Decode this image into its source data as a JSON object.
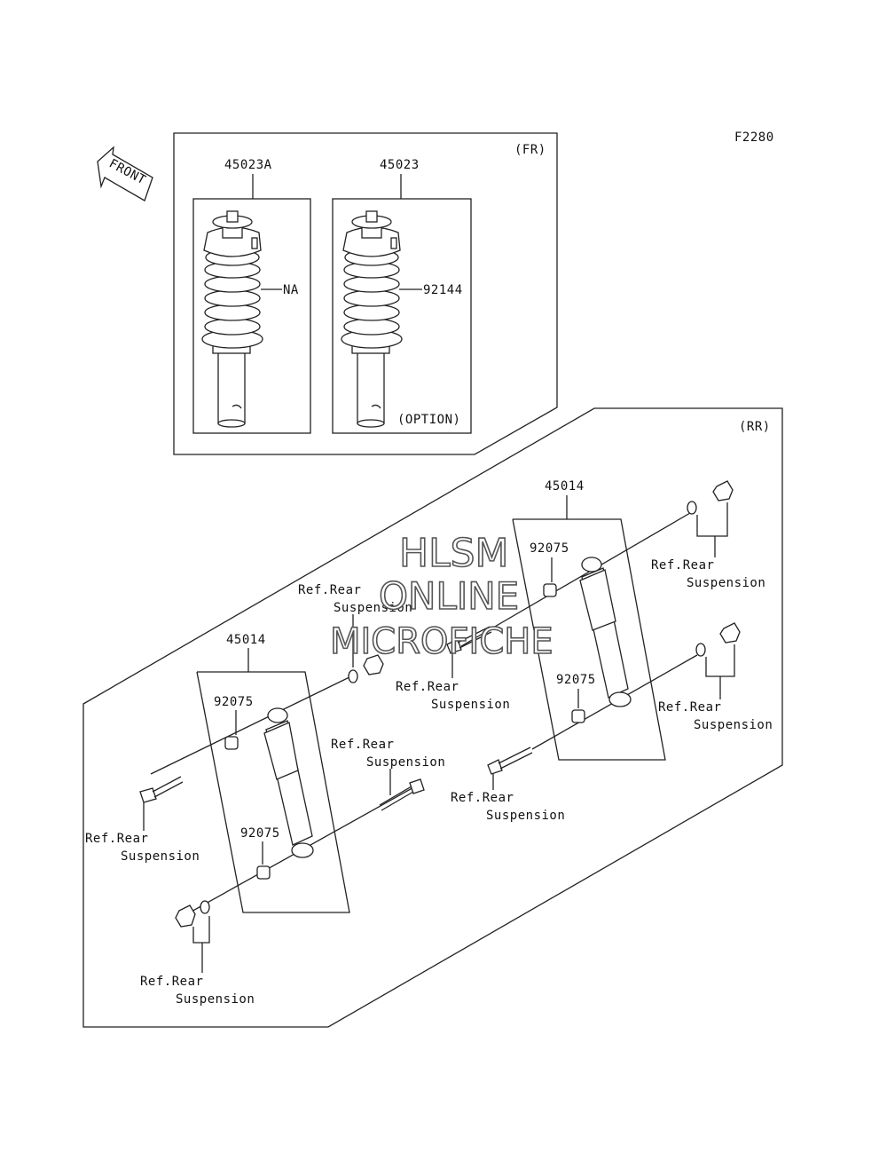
{
  "figure_code": "F2280",
  "front_arrow": "FRONT",
  "watermark": [
    "HLSM",
    "ONLINE",
    "MICROFICHE"
  ],
  "front_section": {
    "tag": "(FR)",
    "left_unit": {
      "part_no": "45023A",
      "callout": "NA"
    },
    "right_unit": {
      "part_no": "45023",
      "callout": "92144",
      "note": "(OPTION)"
    }
  },
  "rear_section": {
    "tag": "(RR)",
    "shock_left": {
      "part_no": "45014",
      "bushing_top": "92075",
      "bushing_bottom": "92075"
    },
    "shock_right": {
      "part_no": "45014",
      "bushing_top": "92075",
      "bushing_bottom": "92075"
    },
    "ref_line1": "Ref.Rear",
    "ref_line2": "Suspension"
  }
}
